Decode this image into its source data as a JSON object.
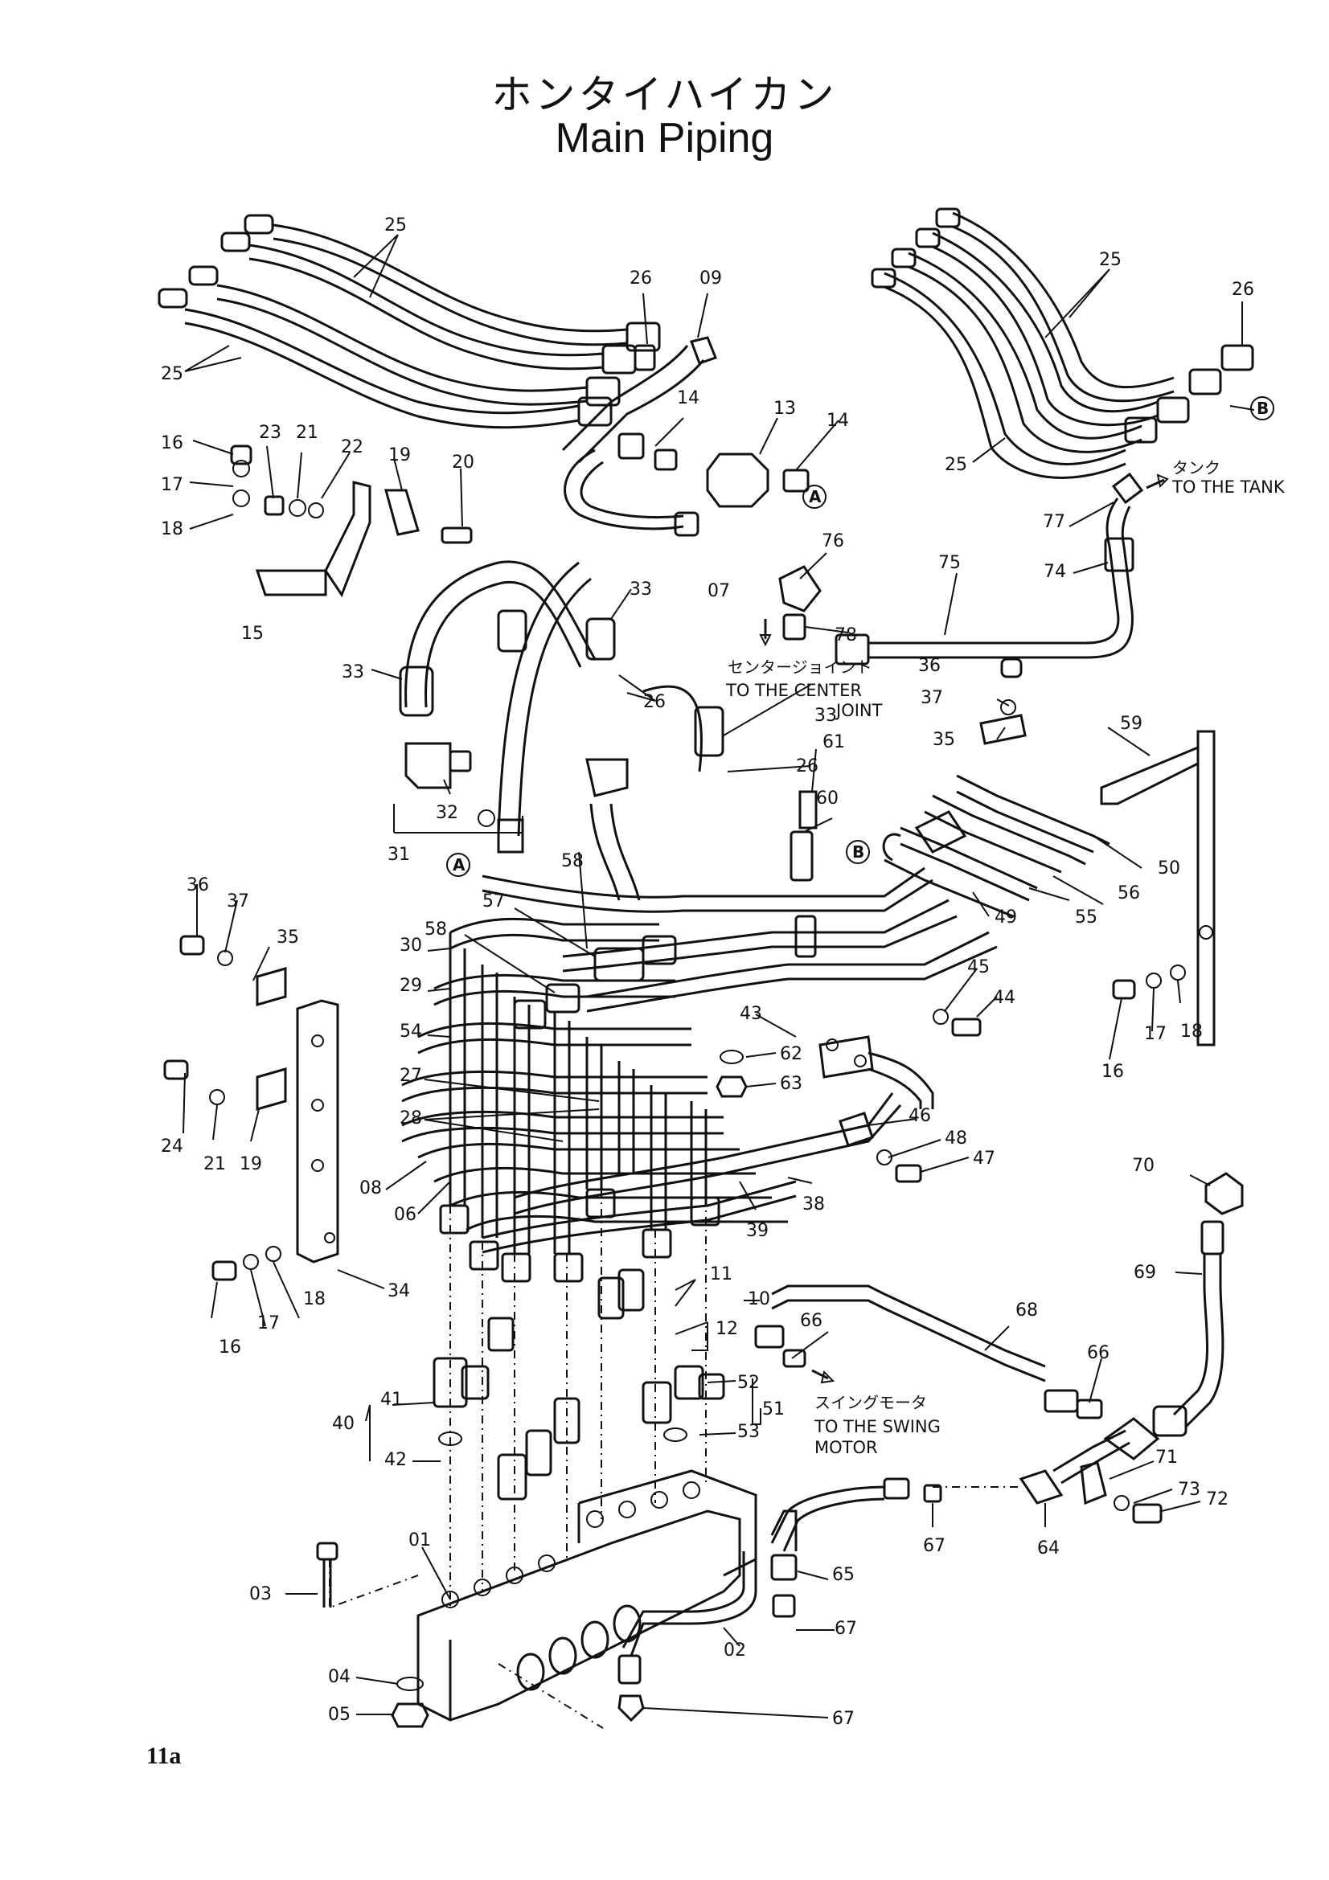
{
  "title_jp": "ホンタイハイカン",
  "title_en": "Main Piping",
  "page_number": "11a",
  "parts": [
    {
      "n": "25"
    },
    {
      "n": "25"
    },
    {
      "n": "26"
    },
    {
      "n": "09"
    },
    {
      "n": "25"
    },
    {
      "n": "26"
    },
    {
      "n": "16"
    },
    {
      "n": "23"
    },
    {
      "n": "21"
    },
    {
      "n": "22"
    },
    {
      "n": "19"
    },
    {
      "n": "20"
    },
    {
      "n": "17"
    },
    {
      "n": "18"
    },
    {
      "n": "14"
    },
    {
      "n": "13"
    },
    {
      "n": "14"
    },
    {
      "n": "25"
    },
    {
      "n": "77"
    },
    {
      "n": "74"
    },
    {
      "n": "07"
    },
    {
      "n": "15"
    },
    {
      "n": "76"
    },
    {
      "n": "75"
    },
    {
      "n": "33"
    },
    {
      "n": "33"
    },
    {
      "n": "78"
    },
    {
      "n": "26"
    },
    {
      "n": "33"
    },
    {
      "n": "36"
    },
    {
      "n": "37"
    },
    {
      "n": "26"
    },
    {
      "n": "61"
    },
    {
      "n": "35"
    },
    {
      "n": "59"
    },
    {
      "n": "32"
    },
    {
      "n": "60"
    },
    {
      "n": "31"
    },
    {
      "n": "50"
    },
    {
      "n": "58"
    },
    {
      "n": "56"
    },
    {
      "n": "36"
    },
    {
      "n": "55"
    },
    {
      "n": "37"
    },
    {
      "n": "35"
    },
    {
      "n": "57"
    },
    {
      "n": "49"
    },
    {
      "n": "58"
    },
    {
      "n": "30"
    },
    {
      "n": "29"
    },
    {
      "n": "45"
    },
    {
      "n": "44"
    },
    {
      "n": "43"
    },
    {
      "n": "54"
    },
    {
      "n": "62"
    },
    {
      "n": "18"
    },
    {
      "n": "17"
    },
    {
      "n": "16"
    },
    {
      "n": "63"
    },
    {
      "n": "27"
    },
    {
      "n": "28"
    },
    {
      "n": "24"
    },
    {
      "n": "21"
    },
    {
      "n": "46"
    },
    {
      "n": "48"
    },
    {
      "n": "47"
    },
    {
      "n": "08"
    },
    {
      "n": "19"
    },
    {
      "n": "06"
    },
    {
      "n": "38"
    },
    {
      "n": "39"
    },
    {
      "n": "70"
    },
    {
      "n": "69"
    },
    {
      "n": "34"
    },
    {
      "n": "18"
    },
    {
      "n": "16"
    },
    {
      "n": "17"
    },
    {
      "n": "11"
    },
    {
      "n": "10"
    },
    {
      "n": "12"
    },
    {
      "n": "68"
    },
    {
      "n": "66"
    },
    {
      "n": "66"
    },
    {
      "n": "41"
    },
    {
      "n": "52"
    },
    {
      "n": "40"
    },
    {
      "n": "51"
    },
    {
      "n": "42"
    },
    {
      "n": "53"
    },
    {
      "n": "71"
    },
    {
      "n": "73"
    },
    {
      "n": "72"
    },
    {
      "n": "01"
    },
    {
      "n": "67"
    },
    {
      "n": "64"
    },
    {
      "n": "03"
    },
    {
      "n": "65"
    },
    {
      "n": "67"
    },
    {
      "n": "02"
    },
    {
      "n": "04"
    },
    {
      "n": "05"
    },
    {
      "n": "67"
    }
  ],
  "callouts": {
    "tank_jp": "タンク",
    "tank_en": "TO THE TANK",
    "center_jp": "センタージョイント",
    "center_en1": "TO THE CENTER",
    "center_en2": "JOINT",
    "swing_jp": "スイングモータ",
    "swing_en1": "TO THE SWING",
    "swing_en2": "MOTOR"
  },
  "markers": [
    "A",
    "B",
    "A",
    "B"
  ]
}
